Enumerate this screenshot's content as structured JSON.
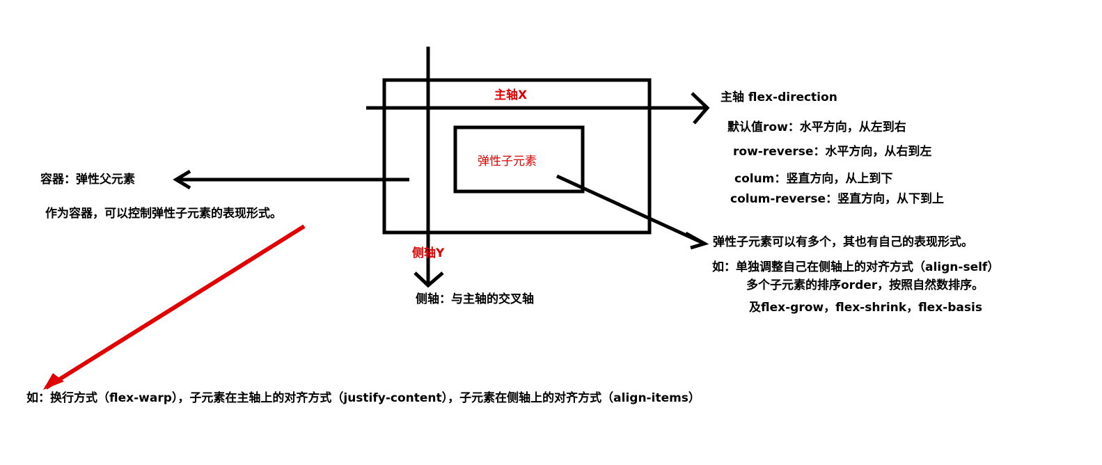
{
  "colors": {
    "black": "#000000",
    "red": "#e00000",
    "background": "#ffffff"
  },
  "labels": {
    "main_axis_x": "主轴X",
    "child_element": "弹性子元素",
    "cross_axis_y": "侧轴Y",
    "main_axis_title": "主轴 flex-direction",
    "row_default": "默认值row：水平方向，从左到右",
    "row_reverse": "row-reverse：水平方向，从右到左",
    "colum": "colum：竖直方向，从上到下",
    "colum_reverse": "colum-reverse：竖直方向，从下到上",
    "container_title": "容器：弹性父元素",
    "container_desc": "作为容器，可以控制弹性子元素的表现形式。",
    "cross_axis_desc": "侧轴：与主轴的交叉轴",
    "child_title": "弹性子元素可以有多个，其也有自己的表现形式。",
    "child_example_1": "如：单独调整自己在侧轴上的对齐方式（align-self）",
    "child_example_2": "多个子元素的排序order，按照自然数排序。",
    "child_example_3": "及flex-grow，flex-shrink，flex-basis",
    "container_example": "如：换行方式（flex-warp），子元素在主轴上的对齐方式（justify-content），子元素在侧轴上的对齐方式（align-items）"
  }
}
